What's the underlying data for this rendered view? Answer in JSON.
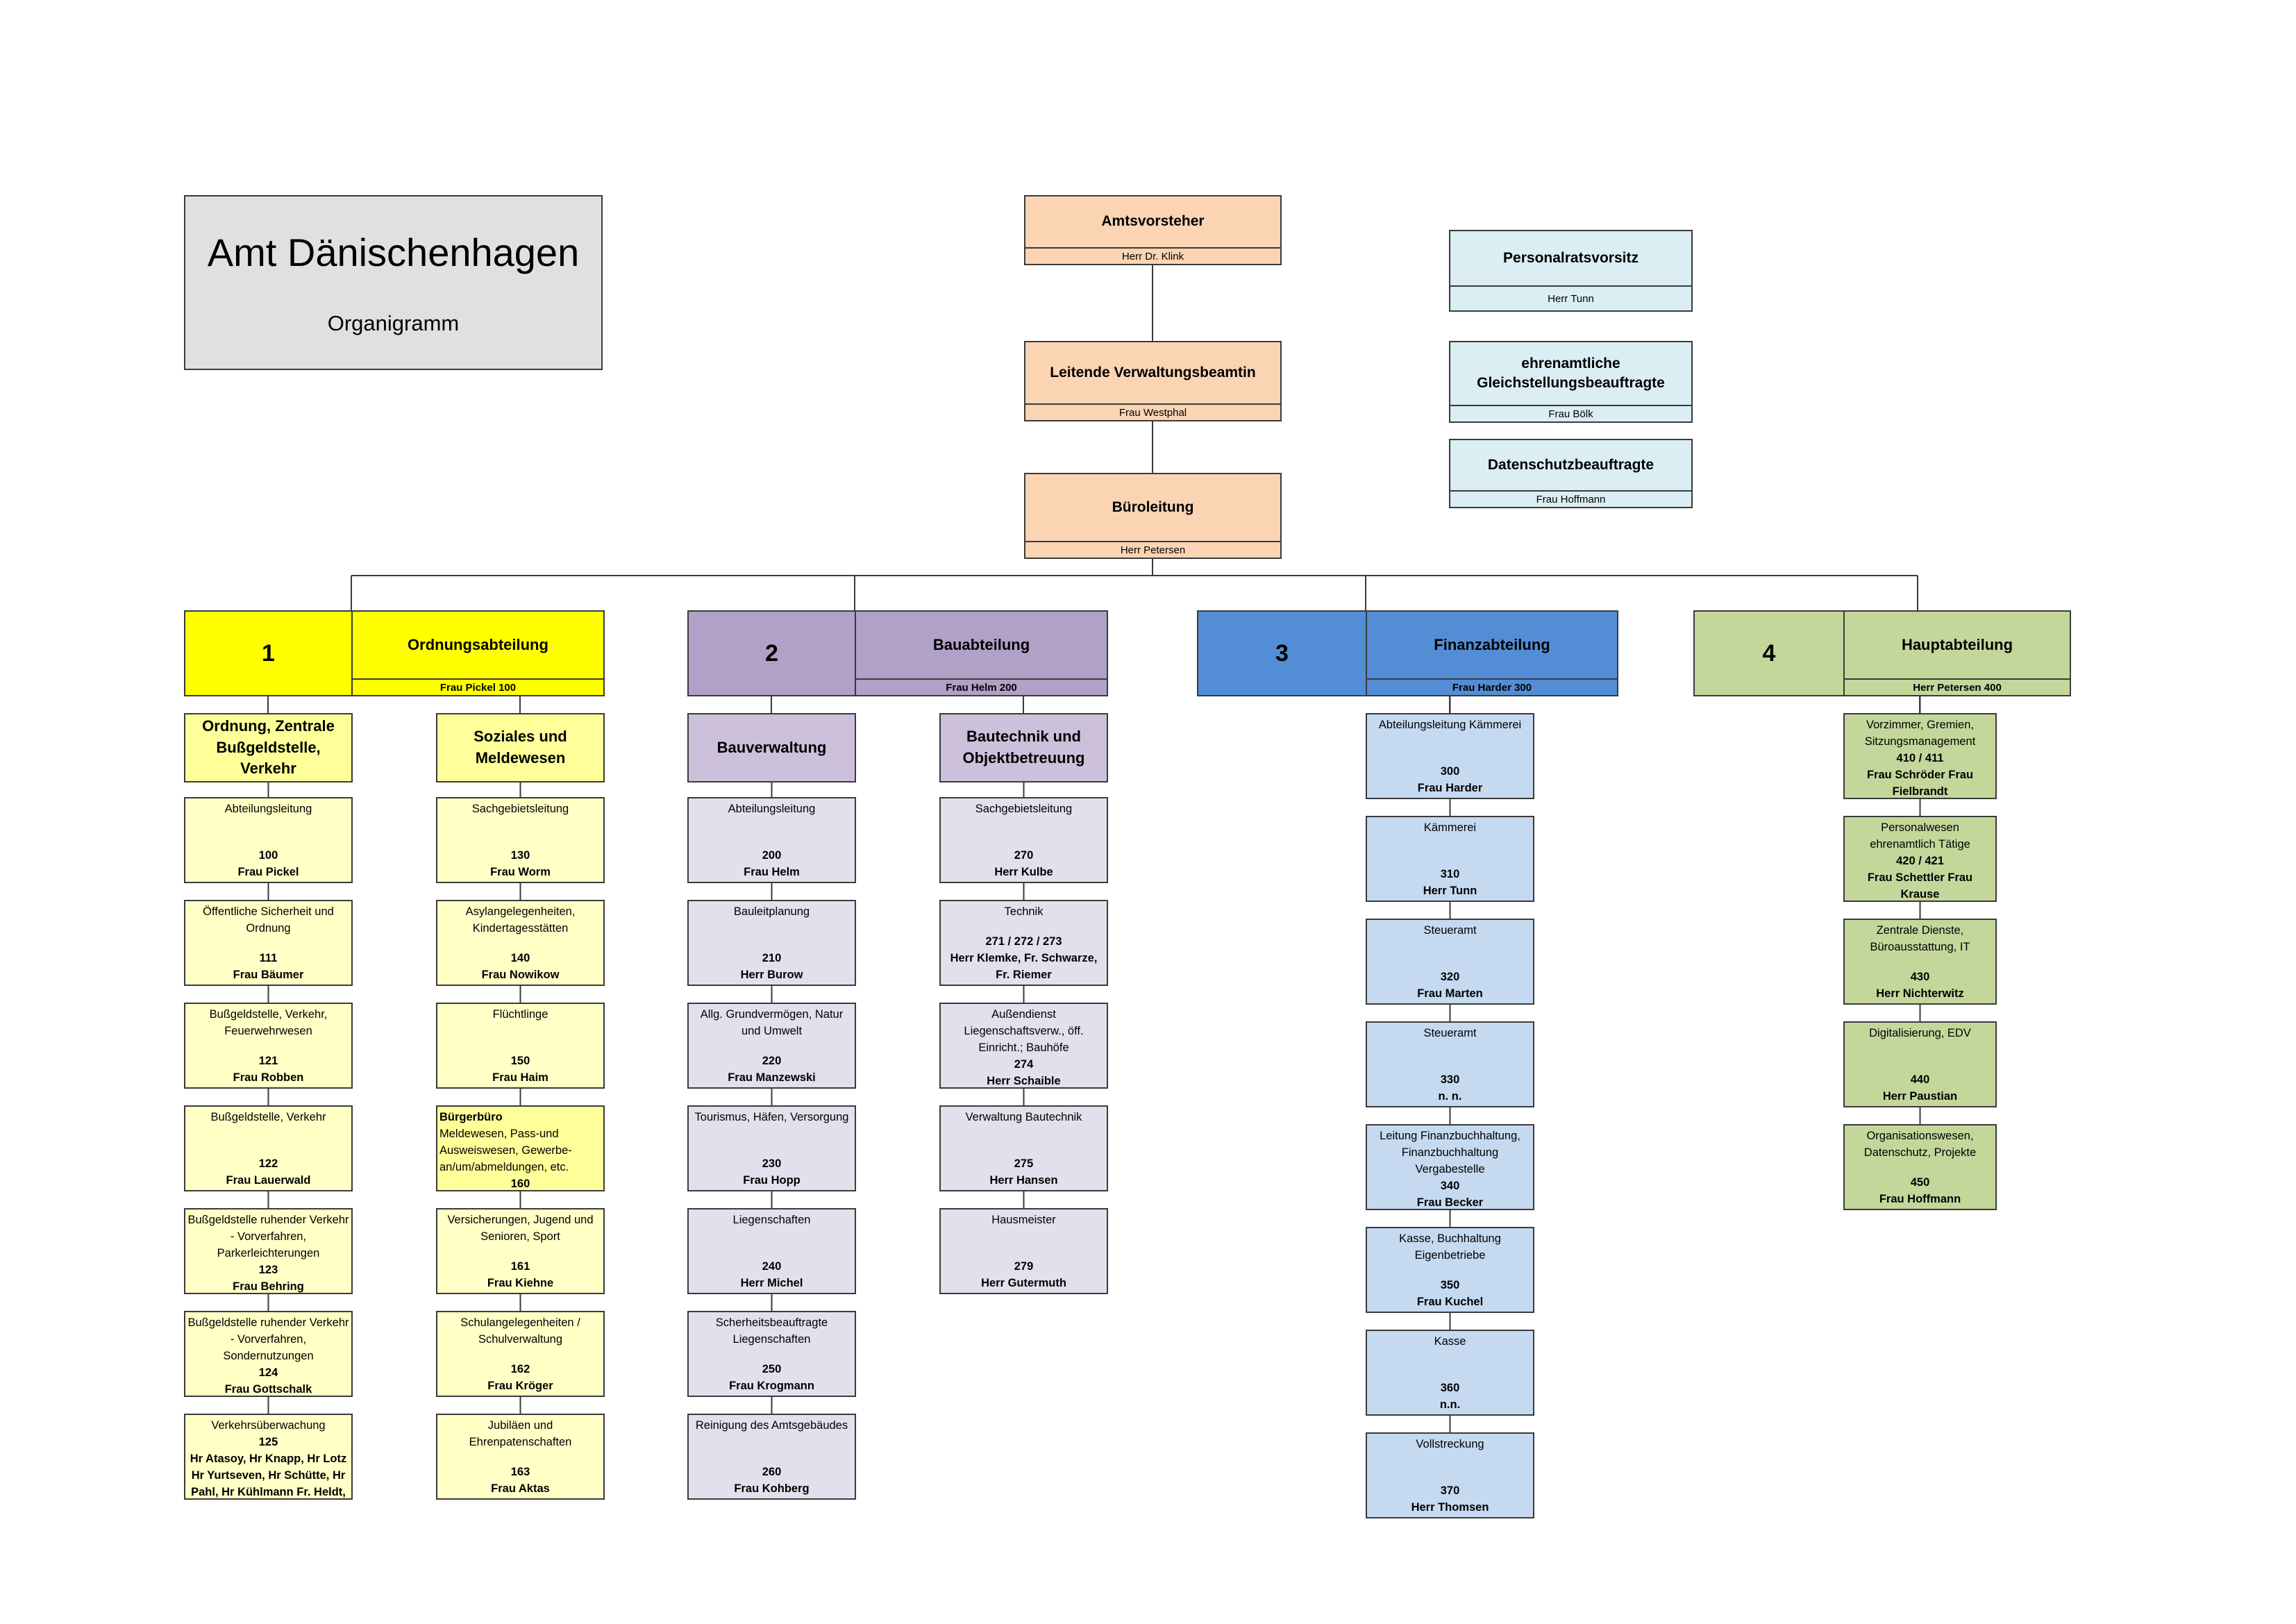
{
  "header": {
    "title": "Amt Dänischenhagen",
    "subtitle": "Organigramm"
  },
  "management": [
    {
      "title": "Amtsvorsteher",
      "name": "Herr Dr. Klink"
    },
    {
      "title": "Leitende Verwaltungsbeamtin",
      "name": "Frau Westphal"
    },
    {
      "title": "Büroleitung",
      "name": "Herr Petersen"
    }
  ],
  "staff": [
    {
      "title": "Personalratsvorsitz",
      "name": "Herr Tunn"
    },
    {
      "title": "ehrenamtliche Gleichstellungsbeauftragte",
      "name": "Frau Bölk"
    },
    {
      "title": "Datenschutzbeauftragte",
      "name": "Frau Hoffmann"
    }
  ],
  "colors": {
    "management": "#fbd4b4",
    "staff": "#daeef3",
    "title_box": "#e0e0e0",
    "d1_dark": "#ffff00",
    "d1_light": "#ffffc6",
    "d1_mid": "#ffff99",
    "d2_dark": "#b1a0c7",
    "d2_light": "#e4dfec",
    "d2_mid": "#ccc0da",
    "d3_dark": "#538dd5",
    "d3_light": "#c5d9f1",
    "d4_dark": "#c4d79b",
    "d4_light": "#c4d79b"
  },
  "departments": [
    {
      "number": "1",
      "title": "Ordnungsabteilung",
      "head": "Frau Pickel 100",
      "sections": [
        {
          "title": "Ordnung, Zentrale Bußgeldstelle, Verkehr",
          "units": [
            {
              "label": "Abteilungsleitung",
              "code": "100",
              "names": "Frau Pickel"
            },
            {
              "label": "Öffentliche Sicherheit und Ordnung",
              "code": "111",
              "names": "Frau Bäumer"
            },
            {
              "label": "Bußgeldstelle, Verkehr, Feuerwehrwesen",
              "code": "121",
              "names": "Frau Robben"
            },
            {
              "label": "Bußgeldstelle, Verkehr",
              "code": "122",
              "names": "Frau Lauerwald"
            },
            {
              "label": "Bußgeldstelle ruhender Verkehr - Vorverfahren, Parkerleichterungen",
              "code": "123",
              "names": "Frau Behring"
            },
            {
              "label": "Bußgeldstelle ruhender Verkehr - Vorverfahren, Sondernutzungen",
              "code": "124",
              "names": "Frau Gottschalk"
            },
            {
              "label": "Verkehrsüberwachung",
              "code": "125",
              "names": "Hr Atasoy, Hr Knapp, Hr Lotz Hr Yurtseven, Hr Schütte, Hr Pahl, Hr Kühlmann Fr. Heldt, Fr. Kohls"
            }
          ]
        },
        {
          "title": "Soziales und Meldewesen",
          "units": [
            {
              "label": "Sachgebietsleitung",
              "code": "130",
              "names": "Frau Worm"
            },
            {
              "label": "Asylangelegenheiten, Kindertagesstätten",
              "code": "140",
              "names": "Frau Nowikow"
            },
            {
              "label": "Flüchtlinge",
              "code": "150",
              "names": "Frau Haim"
            },
            {
              "heading": "Bürgerbüro",
              "label": "Meldewesen, Pass-und Ausweiswesen, Gewerbe-an/um/abmeldungen, etc.",
              "code": "160",
              "names": ""
            },
            {
              "label": "Versicherungen, Jugend und Senioren, Sport",
              "code": "161",
              "names": "Frau Kiehne"
            },
            {
              "label": "Schulangelegenheiten / Schulverwaltung",
              "code": "162",
              "names": "Frau Kröger"
            },
            {
              "label": "Jubiläen und Ehrenpatenschaften",
              "code": "163",
              "names": "Frau  Aktas"
            }
          ]
        }
      ]
    },
    {
      "number": "2",
      "title": "Bauabteilung",
      "head": "Frau Helm 200",
      "sections": [
        {
          "title": "Bauverwaltung",
          "units": [
            {
              "label": "Abteilungsleitung",
              "code": "200",
              "names": "Frau Helm"
            },
            {
              "label": "Bauleitplanung",
              "code": "210",
              "names": "Herr Burow"
            },
            {
              "label": "Allg. Grundvermögen, Natur und Umwelt",
              "code": "220",
              "names": "Frau Manzewski"
            },
            {
              "label": "Tourismus, Häfen, Versorgung",
              "code": "230",
              "names": "Frau Hopp"
            },
            {
              "label": "Liegenschaften",
              "code": "240",
              "names": "Herr Michel"
            },
            {
              "label": "Scherheitsbeauftragte Liegenschaften",
              "code": "250",
              "names": "Frau Krogmann"
            },
            {
              "label": "Reinigung des Amtsgebäudes",
              "code": "260",
              "names": "Frau Kohberg"
            }
          ]
        },
        {
          "title": "Bautechnik und Objektbetreuung",
          "units": [
            {
              "label": "Sachgebietsleitung",
              "code": "270",
              "names": "Herr Kulbe"
            },
            {
              "label": "Technik",
              "code": "271 / 272 / 273",
              "names": "Herr Klemke, Fr. Schwarze, Fr. Riemer"
            },
            {
              "label": "Außendienst Liegenschaftsverw., öff. Einricht.; Bauhöfe",
              "code": "274",
              "names": "Herr Schaible"
            },
            {
              "label": "Verwaltung Bautechnik",
              "code": "275",
              "names": "Herr Hansen"
            },
            {
              "label": "Hausmeister",
              "code": "279",
              "names": "Herr Gutermuth"
            }
          ]
        }
      ]
    },
    {
      "number": "3",
      "title": "Finanzabteilung",
      "head": "Frau Harder 300",
      "units": [
        {
          "label": "Abteilungsleitung Kämmerei",
          "code": "300",
          "names": "Frau Harder"
        },
        {
          "label": "Kämmerei",
          "code": "310",
          "names": "Herr Tunn"
        },
        {
          "label": "Steueramt",
          "code": "320",
          "names": "Frau Marten"
        },
        {
          "label": "Steueramt",
          "code": "330",
          "names": "n. n."
        },
        {
          "label": "Leitung Finanzbuchhaltung, Finanzbuchhaltung Vergabestelle",
          "code": "340",
          "names": "Frau Becker"
        },
        {
          "label": "Kasse, Buchhaltung Eigenbetriebe",
          "code": "350",
          "names": "Frau Kuchel"
        },
        {
          "label": "Kasse",
          "code": "360",
          "names": "n.n."
        },
        {
          "label": "Vollstreckung",
          "code": "370",
          "names": "Herr Thomsen"
        }
      ]
    },
    {
      "number": "4",
      "title": "Hauptabteilung",
      "head": "Herr Petersen 400",
      "units": [
        {
          "label": "Vorzimmer, Gremien, Sitzungsmanagement",
          "code": "410 / 411",
          "names": "Frau Schröder Frau Fielbrandt"
        },
        {
          "label": "Personalwesen ehrenamtlich Tätige",
          "code": "420 / 421",
          "names": "Frau Schettler Frau Krause"
        },
        {
          "label": "Zentrale Dienste, Büroausstattung, IT",
          "code": "430",
          "names": "Herr Nichterwitz"
        },
        {
          "label": "Digitalisierung, EDV",
          "code": "440",
          "names": "Herr Paustian"
        },
        {
          "label": "Organisationswesen, Datenschutz, Projekte",
          "code": "450",
          "names": "Frau Hoffmann"
        }
      ]
    }
  ]
}
